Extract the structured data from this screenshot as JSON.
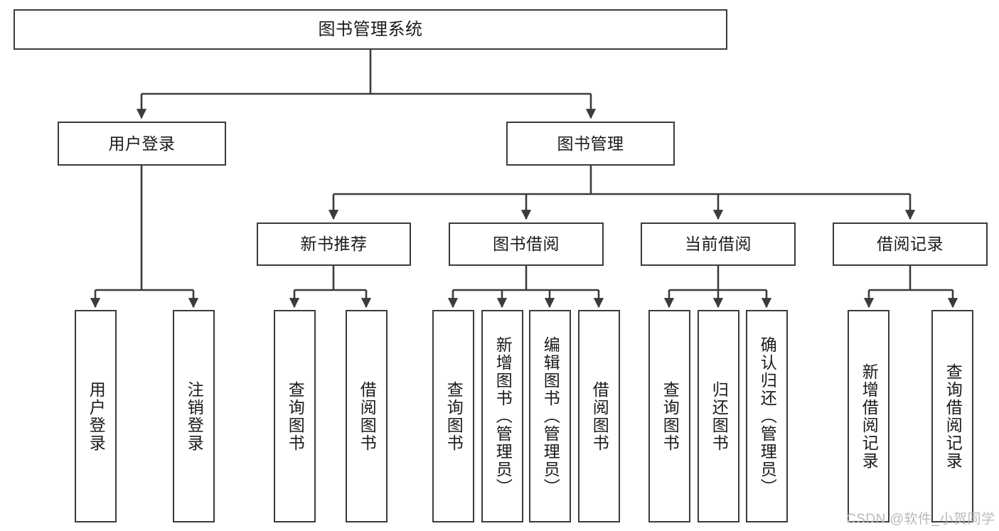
{
  "diagram": {
    "title": "图书管理系统",
    "type": "tree",
    "style": {
      "box_border_color": "#3b3b3b",
      "box_fill": "#ffffff",
      "edge_color": "#3b3b3b",
      "text_color": "#1a1a1a",
      "background": "#ffffff",
      "watermark_color": "#b9b9b9"
    },
    "watermark": "CSDN @软件_小贺同学",
    "nodes": {
      "root": {
        "label": "图书管理系统",
        "level": 0
      },
      "l1": [
        {
          "id": "user-login",
          "label": "用户登录"
        },
        {
          "id": "book-manage",
          "label": "图书管理"
        }
      ],
      "l2": [
        {
          "id": "new-book-rec",
          "label": "新书推荐",
          "parent": "book-manage"
        },
        {
          "id": "book-borrow",
          "label": "图书借阅",
          "parent": "book-manage"
        },
        {
          "id": "current-borrow",
          "label": "当前借阅",
          "parent": "book-manage"
        },
        {
          "id": "borrow-record",
          "label": "借阅记录",
          "parent": "book-manage"
        }
      ],
      "leaves": [
        {
          "id": "leaf-user-login",
          "label": "用户登录",
          "parent": "user-login"
        },
        {
          "id": "leaf-user-logout",
          "label": "注销登录",
          "parent": "user-login"
        },
        {
          "id": "leaf-query-book-1",
          "label": "查询图书",
          "parent": "new-book-rec"
        },
        {
          "id": "leaf-borrow-book-1",
          "label": "借阅图书",
          "parent": "new-book-rec"
        },
        {
          "id": "leaf-query-book-2",
          "label": "查询图书",
          "parent": "book-borrow"
        },
        {
          "id": "leaf-add-book",
          "label": "新增图书（管理员）",
          "parent": "book-borrow"
        },
        {
          "id": "leaf-edit-book",
          "label": "编辑图书（管理员）",
          "parent": "book-borrow"
        },
        {
          "id": "leaf-borrow-book-2",
          "label": "借阅图书",
          "parent": "book-borrow"
        },
        {
          "id": "leaf-query-book-3",
          "label": "查询图书",
          "parent": "current-borrow"
        },
        {
          "id": "leaf-return-book",
          "label": "归还图书",
          "parent": "current-borrow"
        },
        {
          "id": "leaf-confirm-return",
          "label": "确认归还（管理员）",
          "parent": "current-borrow"
        },
        {
          "id": "leaf-add-record",
          "label": "新增借阅记录",
          "parent": "borrow-record"
        },
        {
          "id": "leaf-query-record",
          "label": "查询借阅记录",
          "parent": "borrow-record"
        }
      ]
    }
  }
}
